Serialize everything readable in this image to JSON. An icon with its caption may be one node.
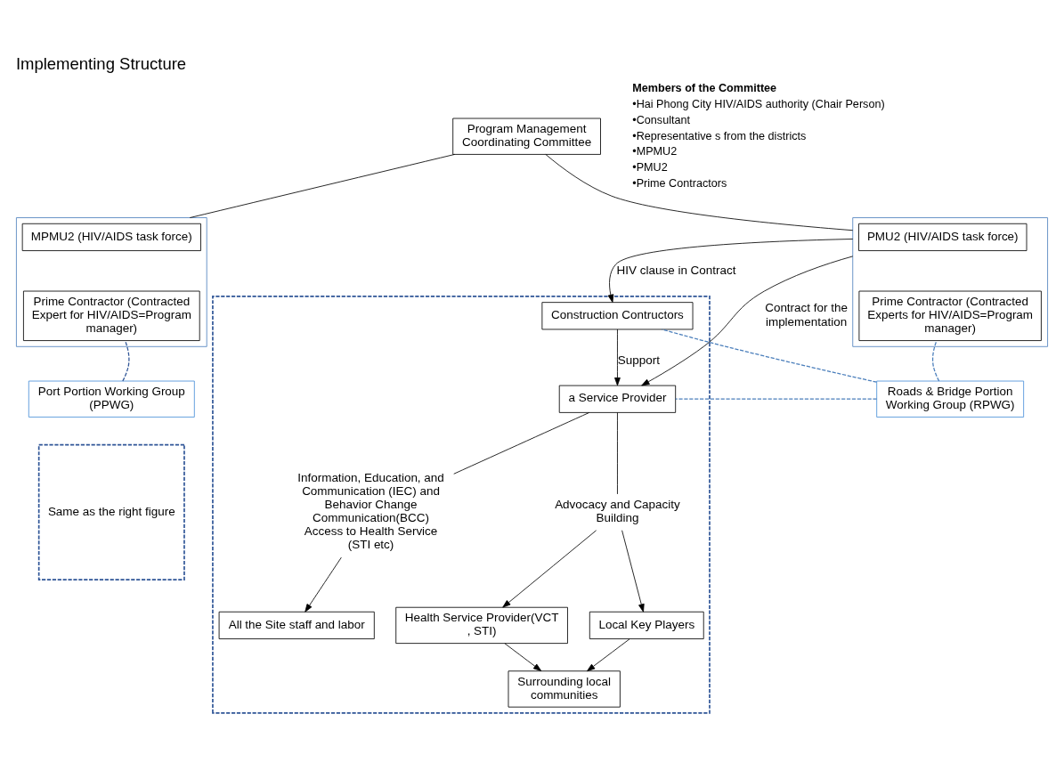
{
  "diagram": {
    "title": "Implementing Structure",
    "nodes": [
      {
        "text": [
          "Program Management Coordinating Committee"
        ]
      },
      {
        "text": [],
        "shape": "box"
      },
      {
        "text": [
          "MPMU2 (HIV/AIDS task force)"
        ],
        "in": 1
      },
      {
        "text": [
          "Prime Contractor (Contracted Expert for HIV/AIDS=Program manager)"
        ],
        "in": 1
      },
      {
        "text": [],
        "shape": "box"
      },
      {
        "text": [
          "PMU2 (HIV/AIDS task force)"
        ],
        "in": 4
      },
      {
        "text": [
          "Prime Contractor (Contracted Experts for HIV/AIDS=Program manager)"
        ],
        "in": 4
      },
      {
        "text": [
          "Port Portion Working Group (PPWG)"
        ]
      },
      {
        "text": [
          "Same as the right figure"
        ]
      },
      {
        "text": [
          "Roads & Bridge Portion Working Group (RPWG)"
        ]
      },
      {
        "text": [],
        "shape": "box"
      },
      {
        "text": [
          "Construction Contructors"
        ],
        "in": 10
      },
      {
        "text": [
          "a Service Provider"
        ],
        "in": 10
      },
      {
        "text": [
          "Health Service Provider(VCT , STI)"
        ],
        "in": 10
      },
      {
        "text": [
          "Local Key Players"
        ],
        "in": 10
      },
      {
        "text": [
          "All the Site staff and labor"
        ],
        "in": 10
      },
      {
        "text": [
          "Surrounding local communities"
        ],
        "in": 10
      },
      {
        "text": [
          "Information, Education, and Communication (IEC) and Behavior Change Communication(BCC)",
          "Access to Health Service (STI etc)"
        ],
        "in": 10
      },
      {
        "text": [
          "Advocacy and Capacity Building"
        ],
        "in": 10
      }
    ],
    "edges": [
      {
        "from": 0,
        "to": 1,
        "arrow": "none"
      },
      {
        "from": 0,
        "to": 4,
        "arrow": "none"
      },
      {
        "from": 4,
        "to": 11,
        "arrow": "to",
        "label": "HIV clause in Contract"
      },
      {
        "from": 4,
        "to": 12,
        "arrow": "to",
        "label": "Contract for the implementation"
      },
      {
        "from": 11,
        "to": 12,
        "arrow": "to",
        "label": "Support"
      },
      {
        "from": 12,
        "to": 17,
        "arrow": "none"
      },
      {
        "from": 12,
        "to": 18,
        "arrow": "none"
      },
      {
        "from": 17,
        "to": 15,
        "arrow": "to"
      },
      {
        "from": 18,
        "to": 13,
        "arrow": "to"
      },
      {
        "from": 18,
        "to": 14,
        "arrow": "to"
      },
      {
        "from": 13,
        "to": 16,
        "arrow": "to"
      },
      {
        "from": 14,
        "to": 16,
        "arrow": "to"
      },
      {
        "from": 7,
        "to": 3,
        "arrow": "none",
        "style": "dashed",
        "color": "#2f5597"
      },
      {
        "from": 9,
        "to": 6,
        "arrow": "none",
        "style": "dashed",
        "color": "#4a7ebb"
      },
      {
        "from": 9,
        "to": 11,
        "arrow": "none",
        "style": "dashed",
        "color": "#4a7ebb"
      },
      {
        "from": 9,
        "to": 12,
        "arrow": "none",
        "style": "dashed",
        "color": "#4a7ebb"
      }
    ],
    "labels": [
      "Members of the Committee",
      "•Hai Phong City HIV/AIDS authority (Chair Person)",
      "•Consultant",
      "•Representative s from the districts",
      "•MPMU2",
      "•PMU2",
      "•Prime Contractors"
    ]
  }
}
